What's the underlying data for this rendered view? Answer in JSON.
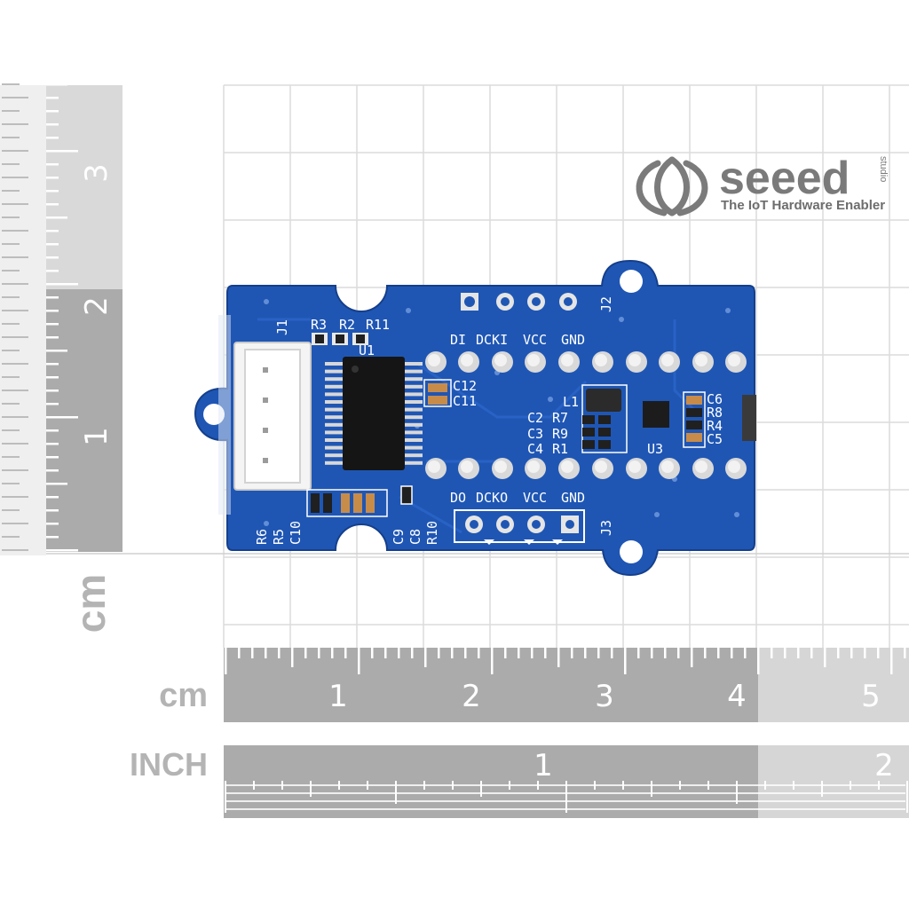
{
  "logo": {
    "brand": "seeed",
    "sub": "studio",
    "tagline": "The IoT Hardware Enabler"
  },
  "ruler": {
    "unit_cm": "cm",
    "unit_inch": "INCH",
    "vertical_ticks": [
      "1",
      "2",
      "3"
    ],
    "horizontal_cm_ticks": [
      "1",
      "2",
      "3",
      "4",
      "5"
    ],
    "horizontal_inch_ticks": [
      "1",
      "2"
    ]
  },
  "board": {
    "pin_labels_top": [
      "DI",
      "DCKI",
      "VCC",
      "GND"
    ],
    "pin_labels_bottom": [
      "DO",
      "DCKO",
      "VCC",
      "GND"
    ],
    "connectors": [
      "J1",
      "J2",
      "J3"
    ],
    "components": {
      "r3": "R3",
      "r2": "R2",
      "r11": "R11",
      "u1": "U1",
      "c12": "C12",
      "c11": "C11",
      "l1": "L1",
      "c2": "C2",
      "r7": "R7",
      "c3": "C3",
      "r9": "R9",
      "c4": "C4",
      "r1": "R1",
      "u3": "U3",
      "c6": "C6",
      "r8": "R8",
      "r4": "R4",
      "c5": "C5",
      "r6": "R6",
      "r5": "R5",
      "c10": "C10",
      "c9": "C9",
      "c8": "C8",
      "r10": "R10"
    }
  },
  "colors": {
    "pcb": "#1f56b4",
    "pcb_edge": "#174594",
    "silkscreen": "#ffffff",
    "ruler_dark": "#a9a9a9",
    "ruler_light": "#d6d6d6",
    "grid": "#dedede"
  }
}
